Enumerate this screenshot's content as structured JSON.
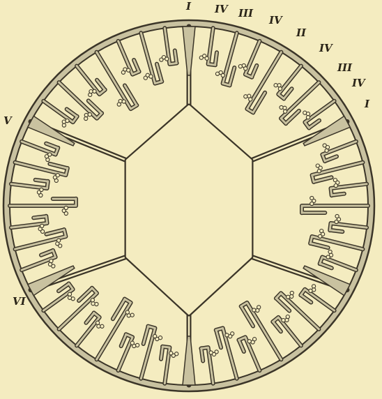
{
  "labels": {
    "top_I": "I",
    "top_IV_a": "IV",
    "top_III_a": "III",
    "top_IV_b": "IV",
    "top_II": "II",
    "top_IV_c": "IV",
    "top_III_b": "III",
    "top_IV_d": "IV",
    "right_I": "I",
    "left_V": "V",
    "left_VI": "VI"
  },
  "colors": {
    "background": "#f4ecc0",
    "line": "#3b3528",
    "septum_fill": "#c9c2a0",
    "cavity_fill": "#f4ecc0"
  }
}
